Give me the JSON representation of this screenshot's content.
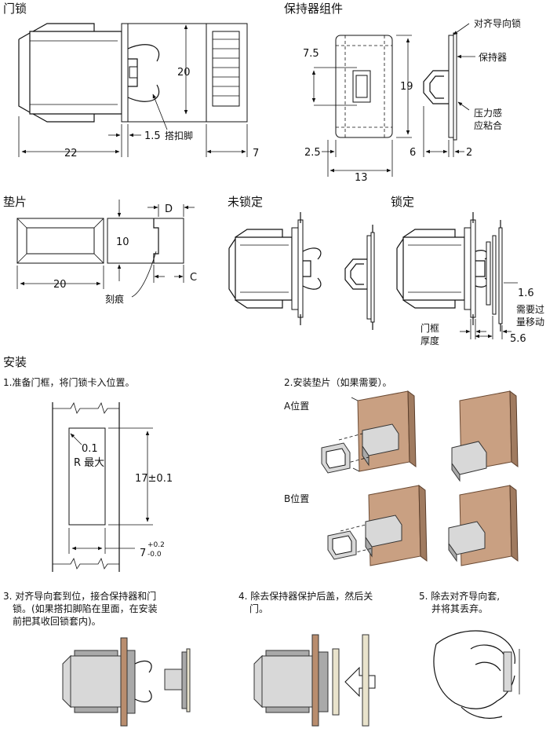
{
  "sections": {
    "door_lock": "门锁",
    "retainer_assembly": "保持器组件",
    "shim": "垫片",
    "unlocked": "未锁定",
    "locked": "锁定",
    "install": "安装"
  },
  "door_lock": {
    "dim_height": "20",
    "dim_tab": "1.5",
    "label_tab": "搭扣脚",
    "dim_length": "22",
    "dim_end": "7"
  },
  "retainer": {
    "label_align": "对齐导向锁",
    "label_retainer": "保持器",
    "label_adhesive_1": "压力感",
    "label_adhesive_2": "应粘合",
    "dim_7_5": "7.5",
    "dim_19": "19",
    "dim_2_5": "2.5",
    "dim_13": "13",
    "dim_6": "6",
    "dim_2": "2"
  },
  "shim": {
    "dim_d": "D",
    "dim_10": "10",
    "dim_c": "C",
    "dim_20": "20",
    "label_score": "刻痕"
  },
  "locked": {
    "dim_1_6": "1.6",
    "label_over_1": "需要过",
    "label_over_2": "量移动",
    "label_frame_1": "门框",
    "label_frame_2": "厚度",
    "dim_5_6": "5.6"
  },
  "steps": {
    "s1": "1.准备门框，将门锁卡入位置。",
    "s2": "2.安装垫片（如果需要）。",
    "pos_a": "A位置",
    "pos_b": "B位置",
    "s3_1": "3. 对齐导向套到位，接合保持器和门",
    "s3_2": "锁。(如果搭扣脚陷在里面，在安装",
    "s3_3": "前把其收回锁套内)。",
    "s4_1": "4. 除去保持器保护后盖，然后关",
    "s4_2": "门。",
    "s5_1": "5. 除去对齐导向套,",
    "s5_2": "并将其丢弃。"
  },
  "cutout": {
    "radius_val": "0.1",
    "radius_label": "R 最大",
    "dim_height": "17±0.1",
    "dim_width": "7",
    "tol_plus": "+0.2",
    "tol_minus": "-0.0"
  }
}
